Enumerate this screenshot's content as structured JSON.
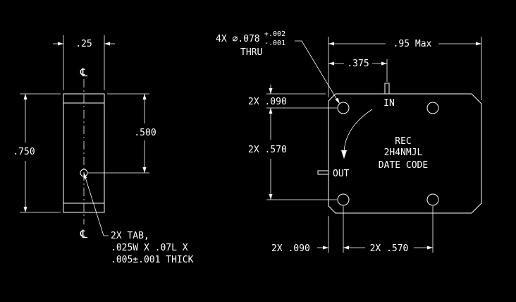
{
  "colors": {
    "background": "#000000",
    "lines": "#ffffff"
  },
  "side_view": {
    "dim_width": ".25",
    "dim_height": ".750",
    "dim_tab_offset": ".500",
    "centerline_symbol": "℄",
    "tab_note": [
      "2X TAB,",
      ".025W X .07L X",
      ".005±.001 THICK"
    ]
  },
  "front_view": {
    "hole_note_prefix": "4X ⌀.078",
    "hole_tol_plus": "+.002",
    "hole_tol_minus": "-.001",
    "hole_note_thru": "THRU",
    "dim_overall_width": ".95 Max",
    "dim_in_offset": ".375",
    "dim_hole_top": "2X .090",
    "dim_hole_vertical": "2X .570",
    "dim_hole_bottom_left": "2X .090",
    "dim_hole_horizontal": "2X .570",
    "label_in": "IN",
    "label_out": "OUT",
    "marking": [
      "REC",
      "2H4NMJL",
      "DATE CODE"
    ]
  }
}
